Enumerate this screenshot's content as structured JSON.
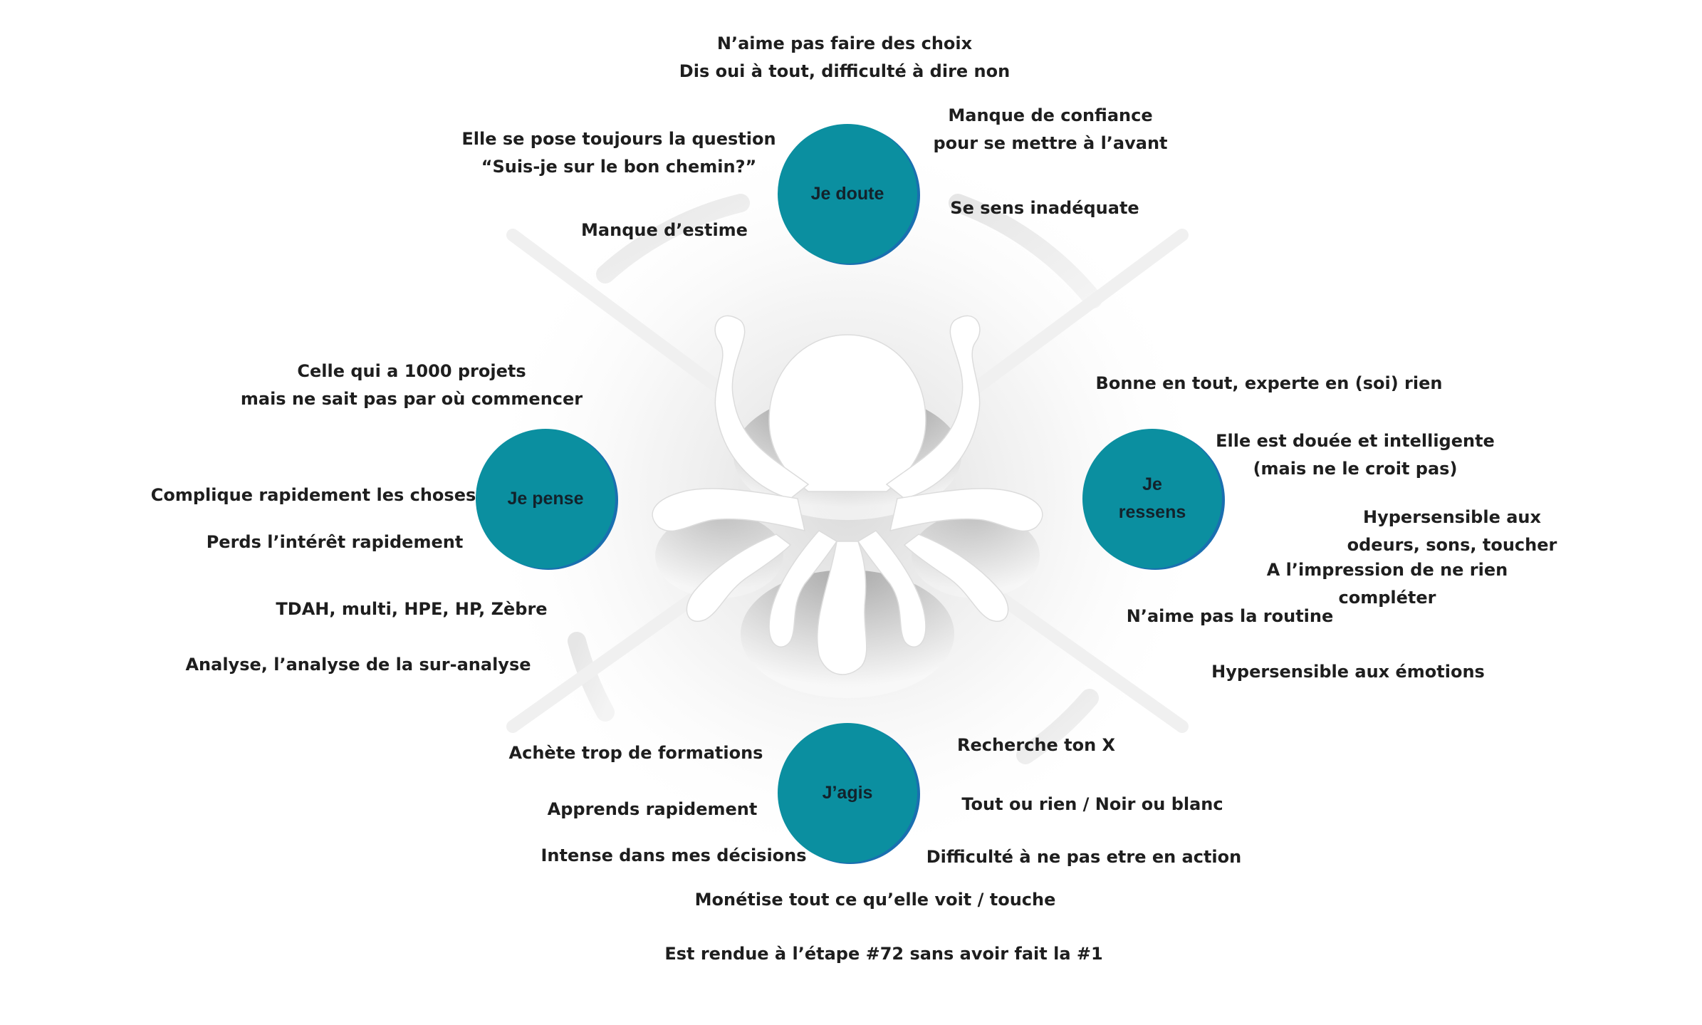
{
  "nodes": {
    "doute": "Je doute",
    "pense": "Je pense",
    "ressens": "Je\nressens",
    "agis": "J’agis"
  },
  "labels": {
    "doute_top": "N’aime pas faire des choix\nDis oui à tout, difficulté à dire non",
    "doute_question": "Elle se pose toujours la question\n“Suis-je sur le bon chemin?”",
    "doute_confiance": "Manque de confiance\npour se mettre à l’avant",
    "doute_inadequate": "Se sens inadéquate",
    "doute_estime": "Manque d’estime",
    "pense_projets": "Celle qui a 1000 projets\nmais ne sait pas par où commencer",
    "pense_complique": "Complique rapidement les choses",
    "pense_interet": "Perds l’intérêt rapidement",
    "pense_tdah": "TDAH, multi, HPE, HP, Zèbre",
    "pense_analyse": "Analyse, l’analyse de la sur-analyse",
    "ressens_bonne": "Bonne en tout, experte en (soi) rien",
    "ressens_douee": "Elle est douée et intelligente\n(mais ne le croit pas)",
    "ressens_hypersensible": "Hypersensible aux odeurs, sons, toucher",
    "ressens_impression": "A l’impression de ne rien compléter",
    "ressens_routine": "N’aime pas la routine",
    "ressens_emotions": "Hypersensible aux émotions",
    "agis_formations": "Achète trop de formations",
    "agis_apprends": "Apprends rapidement",
    "agis_intense": "Intense dans mes décisions",
    "agis_recherche": "Recherche ton X",
    "agis_tout": "Tout ou rien / Noir ou blanc",
    "agis_difficulte": "Difficulté à ne pas etre en action",
    "agis_monetise": "Monétise tout ce qu’elle voit / touche",
    "agis_etape": "Est rendue à l’étape #72 sans avoir fait la #1"
  },
  "colors": {
    "node_fill": "#0b8fa0",
    "node_rim": "#1a6fb0",
    "text": "#1e1e1e"
  },
  "icons": {
    "center": "octopus-icon"
  }
}
